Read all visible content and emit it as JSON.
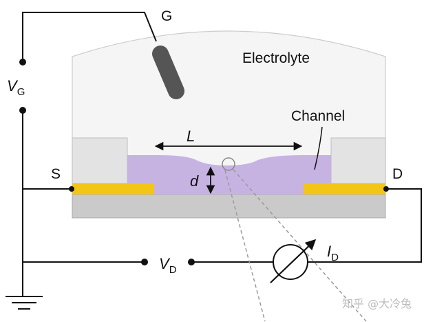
{
  "labels": {
    "gate": "G",
    "electrolyte": "Electrolyte",
    "channel": "Channel",
    "source": "S",
    "drain": "D",
    "length_symbol": "L",
    "thickness_symbol": "d",
    "gate_voltage_symbol": "V",
    "gate_voltage_subscript": "G",
    "drain_voltage_symbol": "V",
    "drain_voltage_subscript": "D",
    "drain_current_symbol": "I",
    "drain_current_subscript": "D"
  },
  "watermark": "知乎 @大冷兔",
  "colors": {
    "wire": "#111111",
    "electrolyte_fill": "#f5f5f5",
    "electrolyte_stroke": "#cccccc",
    "channel": "#c6b3e2",
    "electrode": "#f3c515",
    "substrate": "#cacaca",
    "side_block": "#e3e3e3",
    "gate_probe": "#555555",
    "dashed": "#999999"
  }
}
